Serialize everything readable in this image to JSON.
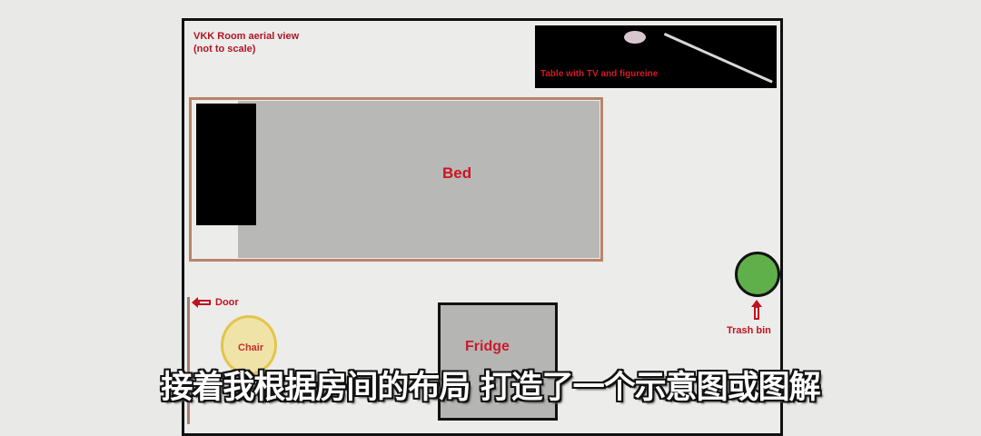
{
  "diagram": {
    "title_line1": "VKK Room aerial view",
    "title_line2": "(not to scale)",
    "tv_table": {
      "label": "Table with TV and figureine"
    },
    "bed": {
      "label": "Bed"
    },
    "door": {
      "label": "Door"
    },
    "chair": {
      "label": "Chair"
    },
    "fridge": {
      "label": "Fridge"
    },
    "trash_bin": {
      "label": "Trash bin"
    },
    "colors": {
      "label_red": "#c0121f",
      "bed_gray": "#b8b8b6",
      "bed_frame": "#b88468",
      "trash_green": "#5fb04a",
      "chair_yellow": "#e2c54a",
      "background": "#e9e9e7"
    }
  },
  "subtitle": {
    "text": "接着我根据房间的布局 打造了一个示意图或图解"
  }
}
